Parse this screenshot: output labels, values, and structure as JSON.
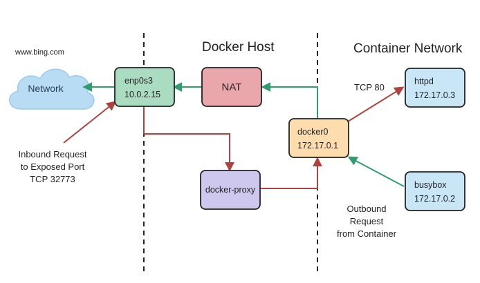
{
  "sections": {
    "docker_host": "Docker Host",
    "container_network": "Container Network"
  },
  "internet": {
    "site": "www.bing.com",
    "cloud_label": "Network"
  },
  "nodes": {
    "enp0s3": {
      "name": "enp0s3",
      "ip": "10.0.2.15"
    },
    "nat": {
      "name": "NAT"
    },
    "docker0": {
      "name": "docker0",
      "ip": "172.17.0.1"
    },
    "docker_proxy": {
      "name": "docker-proxy"
    },
    "httpd": {
      "name": "httpd",
      "ip": "172.17.0.3"
    },
    "busybox": {
      "name": "busybox",
      "ip": "172.17.0.2"
    }
  },
  "annotations": {
    "tcp80": "TCP 80",
    "inbound": [
      "Inbound Request",
      "to Exposed Port",
      "TCP  32773"
    ],
    "outbound": [
      "Outbound",
      "Request",
      "from Container"
    ]
  },
  "colors": {
    "enp0s3_fill": "#a9dcc0",
    "nat_fill": "#e9a7ac",
    "docker0_fill": "#fddcae",
    "docker_proxy_fill": "#cfc8ee",
    "container_fill": "#c9e6f7",
    "cloud_fill": "#b7dcf3",
    "arrow_red": "#b0413e",
    "arrow_green": "#2f9e6e"
  }
}
